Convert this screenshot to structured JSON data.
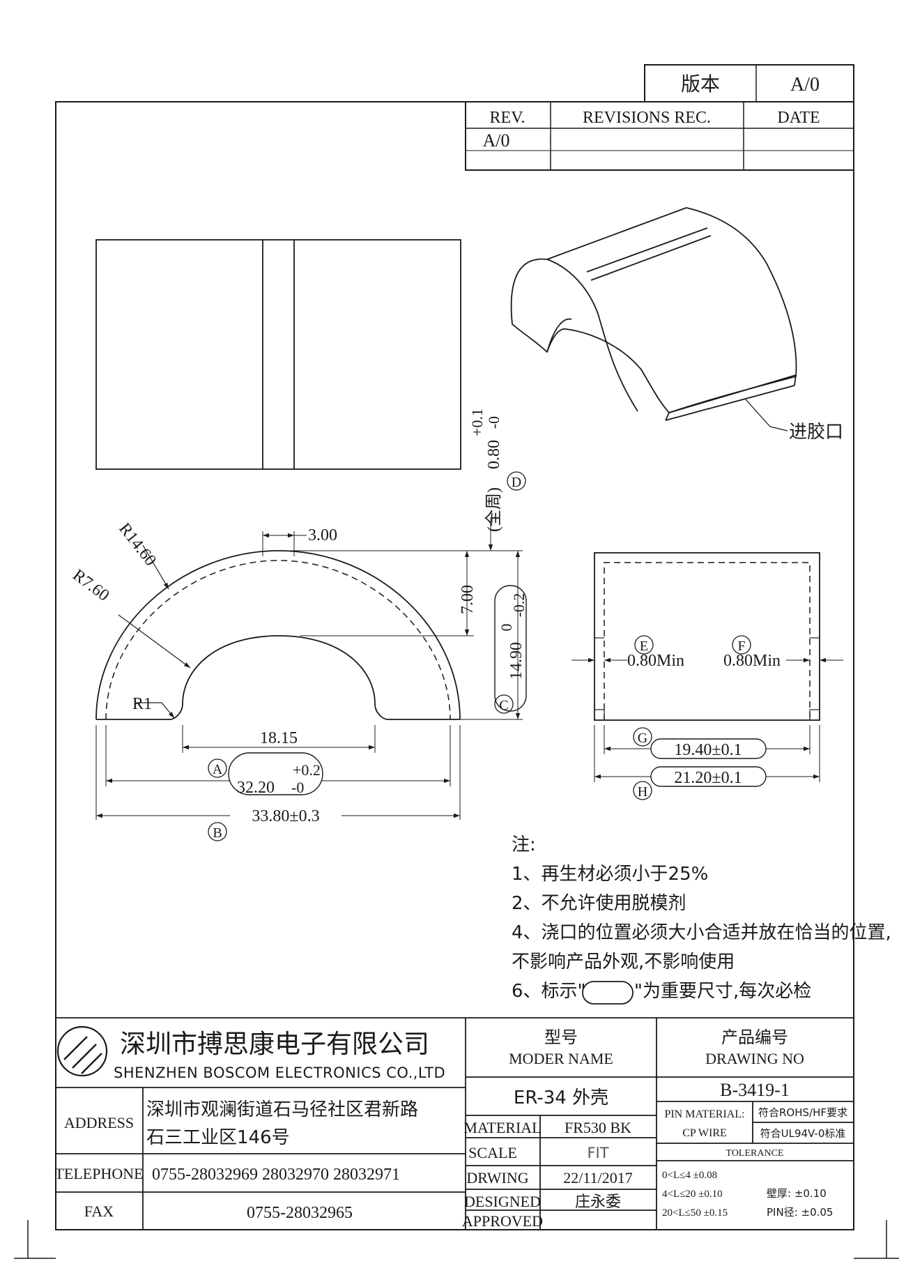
{
  "version_box": {
    "label": "版本",
    "value": "A/0"
  },
  "revisions": {
    "headers": [
      "REV.",
      "REVISIONS REC.",
      "DATE"
    ],
    "rows": [
      [
        "A/0",
        "",
        ""
      ]
    ]
  },
  "iso_note": "进胶口",
  "dims": {
    "three": "3.00",
    "r146": "R14.60",
    "r76": "R7.60",
    "r1": "R1",
    "seven": "7.00",
    "h1490": "14.90",
    "h1490_tol_upper": "0",
    "h1490_tol_lower": "-0.2",
    "wall": "0.80",
    "wall_tol_upper": "+0.1",
    "wall_tol_lower": "-0",
    "wall_note": "(全周)",
    "w1815": "18.15",
    "w3220": "32.20",
    "w3220_tol_upper": "+0.2",
    "w3220_tol_lower": "-0",
    "w3380": "33.80±0.3",
    "min_e": "0.80Min",
    "min_f": "0.80Min",
    "w1940": "19.40±0.1",
    "w2120": "21.20±0.1"
  },
  "markers": [
    "A",
    "B",
    "C",
    "D",
    "E",
    "F",
    "G",
    "H"
  ],
  "notes": {
    "title": "注:",
    "items": [
      "1、再生材必须小于25%",
      "2、不允许使用脱模剂",
      "4、浇口的位置必须大小合适并放在恰当的位置,",
      "不影响产品外观,不影响使用"
    ],
    "item6_prefix": "6、标示\"",
    "item6_suffix": "\"为重要尺寸,每次必检"
  },
  "company": {
    "name_cn": "深圳市搏思康电子有限公司",
    "name_en": "SHENZHEN BOSCOM ELECTRONICS CO.,LTD"
  },
  "address": {
    "label": "ADDRESS",
    "line1": "深圳市观澜街道石马径社区君新路",
    "line2": "石三工业区146号"
  },
  "telephone": {
    "label": "TELEPHONE",
    "value": "0755-28032969 28032970 28032971"
  },
  "fax": {
    "label": "FAX",
    "value": "0755-28032965"
  },
  "model": {
    "label_cn": "型号",
    "label_en": "MODER NAME",
    "value": "ER-34 外壳"
  },
  "drawing_no": {
    "label_cn": "产品编号",
    "label_en": "DRAWING NO",
    "value": "B-3419-1"
  },
  "material": {
    "label": "MATERIAL",
    "value": "FR530 BK"
  },
  "scale": {
    "label": "SCALE",
    "value": "FIT"
  },
  "drwing": {
    "label": "DRWING",
    "value": "22/11/2017"
  },
  "designed": {
    "label": "DESIGNED",
    "value": "庄永委"
  },
  "approved": {
    "label": "APPROVED",
    "value": ""
  },
  "pin": {
    "label1": "PIN MATERIAL:",
    "label2": "CP WIRE",
    "req1": "符合ROHS/HF要求",
    "req2": "符合UL94V-0标准"
  },
  "tolerance": {
    "label": "TOLERANCE",
    "rows": [
      "0<L≤4  ±0.08",
      "4<L≤20  ±0.10",
      "20<L≤50  ±0.15"
    ],
    "wall": "壁厚:  ±0.10",
    "pin": "PIN径: ±0.05"
  }
}
